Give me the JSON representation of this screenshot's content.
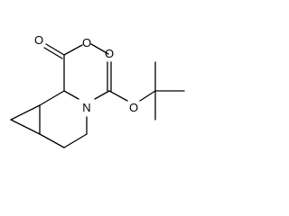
{
  "molecule": {
    "atoms": {
      "O_ester_carbonyl": "O",
      "O_ester_methoxy": "O",
      "N_ring": "N",
      "O_boc_carbonyl": "O",
      "O_boc_ether": "O"
    }
  },
  "colors": {
    "bond": "#000000",
    "label": "#000000",
    "background": "#ffffff"
  }
}
